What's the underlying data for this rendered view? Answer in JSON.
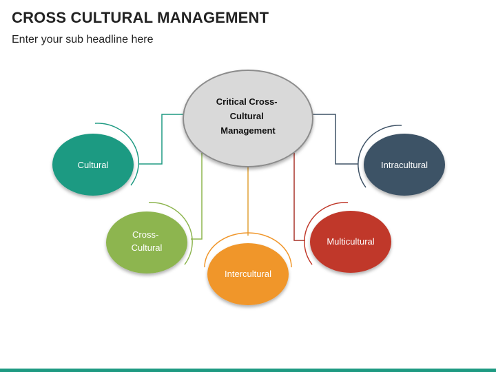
{
  "header": {
    "title": "CROSS CULTURAL MANAGEMENT",
    "subtitle": "Enter your sub headline here"
  },
  "diagram": {
    "center": {
      "lines": [
        "Critical Cross-",
        "Cultural",
        "Management"
      ],
      "fill": "#d9d9d9",
      "stroke": "#8c8c8c",
      "text_color": "#111111"
    },
    "nodes": [
      {
        "id": "cultural",
        "lines": [
          "Cultural"
        ],
        "fill": "#1e9a82",
        "connector": "#1e9a82"
      },
      {
        "id": "cross-cultural",
        "lines": [
          "Cross-",
          "Cultural"
        ],
        "fill": "#8db54f",
        "connector": "#8db54f"
      },
      {
        "id": "intercultural",
        "lines": [
          "Intercultural"
        ],
        "fill": "#f0962a",
        "connector": "#e0a035"
      },
      {
        "id": "multicultural",
        "lines": [
          "Multicultural"
        ],
        "fill": "#c0392b",
        "connector": "#a83228"
      },
      {
        "id": "intracultural",
        "lines": [
          "Intracultural"
        ],
        "fill": "#3e5266",
        "connector": "#3e5266"
      }
    ]
  },
  "footer": {
    "bar_color": "#1e9a82"
  }
}
